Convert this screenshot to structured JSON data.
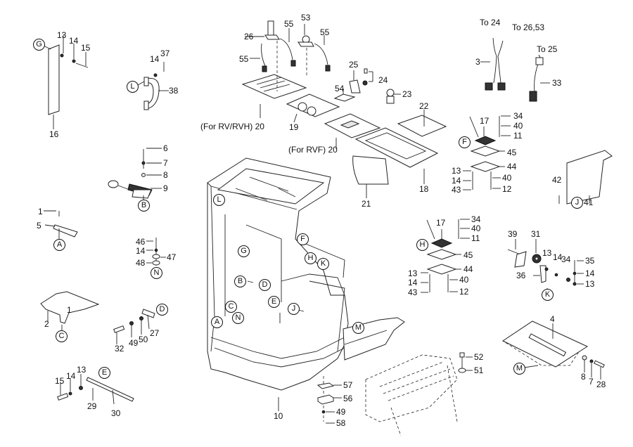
{
  "diagram": {
    "title": "Operator compartment exploded parts view",
    "labels": {
      "p1a": "1",
      "p1b": "1",
      "p2": "2",
      "p3": "3",
      "p4": "4",
      "p5": "5",
      "p6": "6",
      "p7a": "7",
      "p7b": "7",
      "p8a": "8",
      "p8b": "8",
      "p9": "9",
      "p10": "10",
      "p11a": "11",
      "p11b": "11",
      "p12a": "12",
      "p12b": "12",
      "p13a": "13",
      "p13b": "13",
      "p13c": "13",
      "p13d": "13",
      "p13e": "13",
      "p13f": "13",
      "p14a": "14",
      "p14b": "14",
      "p14c": "14",
      "p14d": "14",
      "p14e": "14",
      "p14f": "14",
      "p14g": "14",
      "p14h": "14",
      "p15a": "15",
      "p15b": "15",
      "p16": "16",
      "p17a": "17",
      "p17b": "17",
      "p18": "18",
      "p19": "19",
      "p20a": "(For RV/RVH) 20",
      "p20b": "(For RVF)  20",
      "p21": "21",
      "p22": "22",
      "p23": "23",
      "p24": "24",
      "p25": "25",
      "p26": "26",
      "p27": "27",
      "p28": "28",
      "p29": "29",
      "p30": "30",
      "p31": "31",
      "p32": "32",
      "p33": "33",
      "p34a": "34",
      "p34b": "34",
      "p34c": "34",
      "p35": "35",
      "p36": "36",
      "p37": "37",
      "p38": "38",
      "p39": "39",
      "p40a": "40",
      "p40b": "40",
      "p40c": "40",
      "p40d": "40",
      "p41": "41",
      "p42": "42",
      "p43a": "43",
      "p43b": "43",
      "p44a": "44",
      "p44b": "44",
      "p45a": "45",
      "p45b": "45",
      "p46": "46",
      "p47": "47",
      "p48": "48",
      "p49a": "49",
      "p49b": "49",
      "p50": "50",
      "p51": "51",
      "p52": "52",
      "p53": "53",
      "p54": "54",
      "p55a": "55",
      "p55b": "55",
      "p55c": "55",
      "p56": "56",
      "p57": "57",
      "p58": "58",
      "to24": "To 24",
      "to2653": "To 26,53",
      "to25": "To 25"
    },
    "refs": {
      "A1": "A",
      "A2": "A",
      "B1": "B",
      "B2": "B",
      "C1": "C",
      "C2": "C",
      "D1": "D",
      "D2": "D",
      "E1": "E",
      "E2": "E",
      "F1": "F",
      "F2": "F",
      "G1": "G",
      "G2": "G",
      "H1": "H",
      "H2": "H",
      "J1": "J",
      "J2": "J",
      "K1": "K",
      "K2": "K",
      "L1": "L",
      "L2": "L",
      "M1": "M",
      "M2": "M",
      "N1": "N",
      "N2": "N"
    }
  }
}
